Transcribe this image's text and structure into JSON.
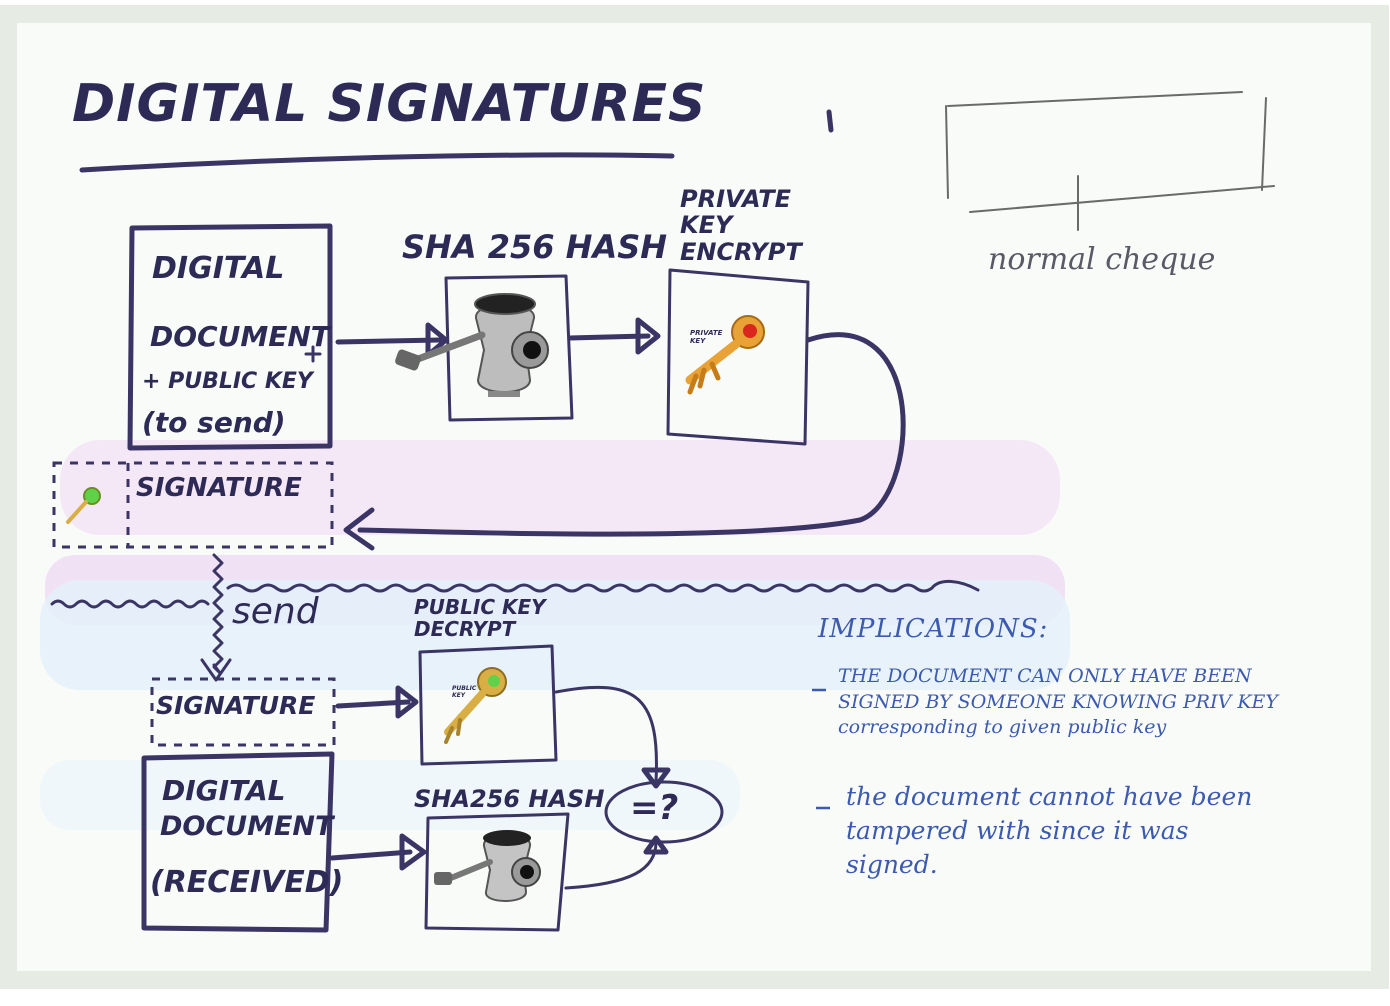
{
  "title": "DIGITAL SIGNATURES",
  "top": {
    "document_box": [
      "DIGITAL",
      "DOCUMENT",
      "+ PUBLIC KEY",
      "(to send)"
    ],
    "hash_label": "SHA 256 HASH",
    "encrypt_label": "PRIVATE KEY ENCRYPT",
    "key_tag": "PRIVATE KEY",
    "signature_box": "SIGNATURE"
  },
  "send_label": "send",
  "bottom": {
    "signature_box": "SIGNATURE",
    "decrypt_label": "PUBLIC KEY DECRYPT",
    "key_tag": "PUBLIC KEY",
    "document_box": [
      "DIGITAL",
      "DOCUMENT",
      "(RECEIVED)"
    ],
    "hash_label": "SHA256 HASH",
    "compare": "=?"
  },
  "sketch_caption": "normal cheque",
  "implications": {
    "heading": "IMPLICATIONS:",
    "points": [
      "THE DOCUMENT CAN ONLY HAVE BEEN SIGNED BY SOMEONE KNOWING PRIV KEY corresponding to given public key",
      "the document cannot have been tampered with since it was signed."
    ]
  },
  "colors": {
    "ink": "#3a3564",
    "note_ink": "#3c5ab0",
    "private_key": "#e8a236",
    "private_key_tip": "#d9271d",
    "public_key": "#d9ae45",
    "public_key_tip": "#5fd24a",
    "band_pink": "#f4e6f5",
    "band_blue": "#e4f1fa"
  }
}
